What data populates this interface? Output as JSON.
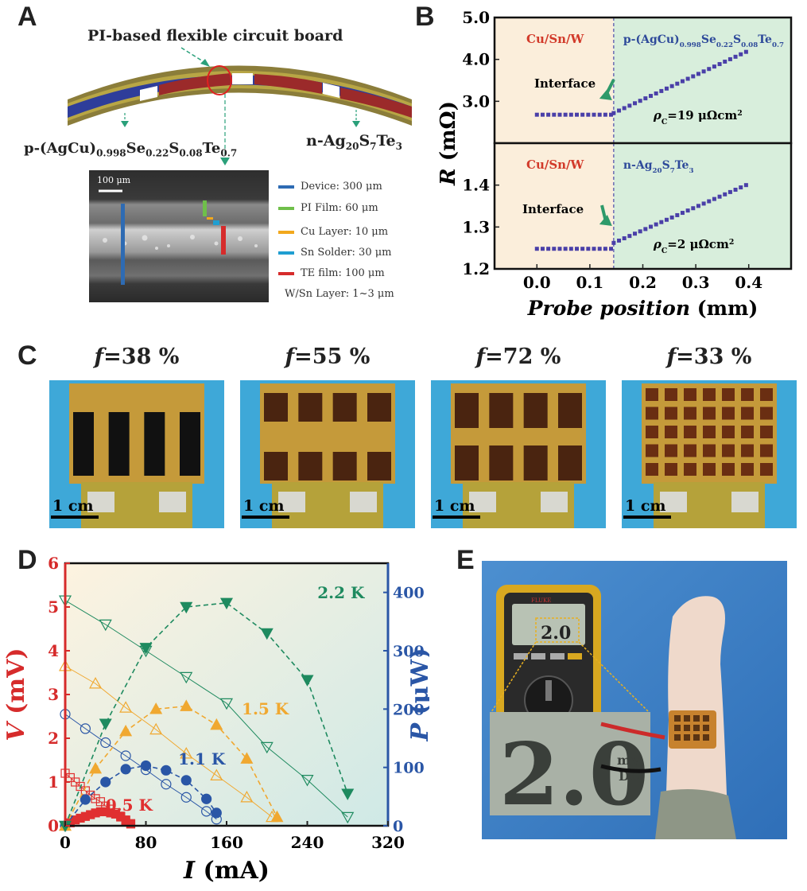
{
  "panel_letters": [
    "A",
    "B",
    "C",
    "D",
    "E"
  ],
  "panel_a": {
    "title": "PI-based flexible circuit board",
    "p_label": {
      "base": "p-(AgCu)",
      "s1": "0.998",
      "se": "Se",
      "s2": "0.22",
      "s": "S",
      "s3": "0.08",
      "te": "Te",
      "s4": "0.7"
    },
    "n_label": {
      "base": "n-Ag",
      "s1": "20",
      "s": "S",
      "s2": "7",
      "te": "Te",
      "s3": "3"
    },
    "scale_bar": "100 μm",
    "legend": [
      {
        "label": "Device: 300 μm",
        "color": "#2e6bb3"
      },
      {
        "label": "PI Film: 60 μm",
        "color": "#6fbf4a"
      },
      {
        "label": "Cu Layer: 10 μm",
        "color": "#f2a81d"
      },
      {
        "label": "Sn Solder: 30 μm",
        "color": "#1f9ed1"
      },
      {
        "label": "TE film: 100 μm",
        "color": "#d62b2b"
      },
      {
        "label": "W/Sn Layer: 1~3 μm",
        "color": ""
      }
    ]
  },
  "chart_data": [
    {
      "type": "scatter",
      "panel": "B",
      "xlabel": "Probe position (mm)",
      "ylabel": "R (mΩ)",
      "x_ticks": [
        "0.0",
        "0.1",
        "0.2",
        "0.3",
        "0.4"
      ],
      "xlim": [
        -0.08,
        0.48
      ],
      "subplots": [
        {
          "ylim": [
            2.0,
            5.0
          ],
          "y_ticks": [
            "3.0",
            "4.0",
            "5.0"
          ],
          "interface_x": 0.145,
          "left_label": "Cu/Sn/W",
          "right_label": {
            "base": "p-(AgCu)",
            "s1": "0.998",
            "se": "Se",
            "s2": "0.22",
            "s": "S",
            "s3": "0.08",
            "te": "Te",
            "s4": "0.7"
          },
          "interface_text": "Interface",
          "rho_text": "ρ",
          "rho_sub": "C",
          "rho_value": "=19 μΩcm",
          "rho_sup": "2",
          "flat_x": [
            0.0,
            0.14
          ],
          "flat_y": 2.68,
          "ramp_x": [
            0.145,
            0.395
          ],
          "ramp_y": [
            2.72,
            4.18
          ]
        },
        {
          "ylim": [
            1.2,
            1.5
          ],
          "y_ticks": [
            "1.2",
            "1.3",
            "1.4"
          ],
          "interface_x": 0.145,
          "left_label": "Cu/Sn/W",
          "right_label": {
            "base": "n-Ag",
            "s1": "20",
            "s": "S",
            "s2": "7",
            "te": "Te",
            "s3": "3"
          },
          "interface_text": "Interface",
          "rho_text": "ρ",
          "rho_sub": "C",
          "rho_value": "=2 μΩcm",
          "rho_sup": "2",
          "flat_x": [
            0.0,
            0.14
          ],
          "flat_y": 1.248,
          "ramp_x": [
            0.145,
            0.395
          ],
          "ramp_y": [
            1.262,
            1.4
          ]
        }
      ]
    },
    {
      "type": "scatter",
      "panel": "D",
      "xlabel": "I (mA)",
      "ylabel_left": "V (mV)",
      "ylabel_right": "P (μW)",
      "x_ticks": [
        "0",
        "80",
        "160",
        "240",
        "320"
      ],
      "xlim": [
        0,
        320
      ],
      "ylim_left": [
        0,
        6
      ],
      "ylim_right": [
        0,
        450
      ],
      "y_ticks_left": [
        "0",
        "1",
        "2",
        "3",
        "4",
        "5",
        "6"
      ],
      "y_ticks_right": [
        "0",
        "100",
        "200",
        "300",
        "400"
      ],
      "series": [
        {
          "name": "0.5 K",
          "color": "#e03030",
          "marker": "square",
          "V": [
            [
              0,
              1.2
            ],
            [
              5,
              1.1
            ],
            [
              10,
              1.0
            ],
            [
              15,
              0.9
            ],
            [
              20,
              0.8
            ],
            [
              25,
              0.7
            ],
            [
              30,
              0.62
            ],
            [
              35,
              0.55
            ],
            [
              40,
              0.45
            ],
            [
              45,
              0.38
            ],
            [
              50,
              0.3
            ],
            [
              55,
              0.22
            ],
            [
              60,
              0.12
            ],
            [
              65,
              0.05
            ]
          ],
          "P": [
            [
              0,
              0
            ],
            [
              5,
              5
            ],
            [
              10,
              10
            ],
            [
              15,
              13
            ],
            [
              20,
              16
            ],
            [
              25,
              19
            ],
            [
              30,
              22
            ],
            [
              35,
              24
            ],
            [
              40,
              24
            ],
            [
              45,
              22
            ],
            [
              50,
              20
            ],
            [
              55,
              15
            ],
            [
              60,
              10
            ],
            [
              65,
              3
            ]
          ]
        },
        {
          "name": "1.1 K",
          "color": "#2a56a6",
          "marker": "circle",
          "V": [
            [
              0,
              2.55
            ],
            [
              20,
              2.22
            ],
            [
              40,
              1.9
            ],
            [
              60,
              1.6
            ],
            [
              80,
              1.28
            ],
            [
              100,
              0.95
            ],
            [
              120,
              0.65
            ],
            [
              140,
              0.33
            ],
            [
              150,
              0.15
            ]
          ],
          "P": [
            [
              0,
              0
            ],
            [
              20,
              45
            ],
            [
              40,
              75
            ],
            [
              60,
              97
            ],
            [
              80,
              103
            ],
            [
              100,
              95
            ],
            [
              120,
              78
            ],
            [
              140,
              46
            ],
            [
              150,
              22
            ]
          ]
        },
        {
          "name": "1.5 K",
          "color": "#f0a830",
          "marker": "triangle-up",
          "V": [
            [
              0,
              3.65
            ],
            [
              30,
              3.25
            ],
            [
              60,
              2.7
            ],
            [
              90,
              2.2
            ],
            [
              120,
              1.65
            ],
            [
              150,
              1.15
            ],
            [
              180,
              0.65
            ],
            [
              205,
              0.2
            ]
          ],
          "P": [
            [
              0,
              0
            ],
            [
              30,
              98
            ],
            [
              60,
              162
            ],
            [
              90,
              200
            ],
            [
              120,
              205
            ],
            [
              150,
              173
            ],
            [
              180,
              115
            ],
            [
              210,
              15
            ]
          ]
        },
        {
          "name": "2.2 K",
          "color": "#1e8a5f",
          "marker": "triangle-down",
          "V": [
            [
              0,
              5.15
            ],
            [
              40,
              4.6
            ],
            [
              80,
              4.0
            ],
            [
              120,
              3.4
            ],
            [
              160,
              2.8
            ],
            [
              200,
              1.8
            ],
            [
              240,
              1.05
            ],
            [
              280,
              0.2
            ]
          ],
          "P": [
            [
              0,
              0
            ],
            [
              40,
              175
            ],
            [
              80,
              305
            ],
            [
              120,
              375
            ],
            [
              160,
              382
            ],
            [
              200,
              330
            ],
            [
              240,
              250
            ],
            [
              280,
              55
            ]
          ]
        }
      ]
    }
  ],
  "panel_c": {
    "photos": [
      {
        "f": "f",
        "value": "=38 %",
        "scale": "1 cm"
      },
      {
        "f": "f",
        "value": "=55 %",
        "scale": "1 cm"
      },
      {
        "f": "f",
        "value": "=72 %",
        "scale": "1 cm"
      },
      {
        "f": "f",
        "value": "=33 %",
        "scale": "1 cm"
      }
    ]
  },
  "panel_e": {
    "display_value": "2.0",
    "display_unit_top": "mV",
    "display_unit_bottom": "DC",
    "brand": "FLUKE"
  }
}
